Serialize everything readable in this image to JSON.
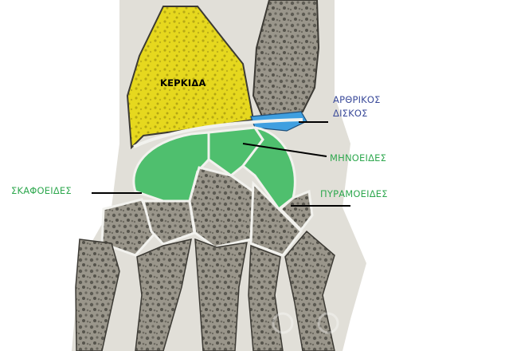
{
  "labels": {
    "radius": "ΚΕΡΚΙΔΑ",
    "articular_disc_line1": "ΑΡΘΡΙΚΟΣ",
    "articular_disc_line2": "ΔΙΣΚΟΣ",
    "lunate": "ΜΗΝΟΕΙΔΕΣ",
    "scaphoid": "ΣΚΑΦΟΕΙΔΕΣ",
    "triquetrum": "ΠΥΡΑΜΟΕΙΔΕΣ"
  },
  "colors": {
    "radius_fill": "#e6d81e",
    "disc_fill": "#3f9fe0",
    "carpal_highlight": "#4fbf6e",
    "label_black": "#000000",
    "label_blue": "#3a4a9a",
    "label_green": "#2fa84f",
    "bone_gray": "#8a877d",
    "joint_white": "#f2f2ee"
  }
}
